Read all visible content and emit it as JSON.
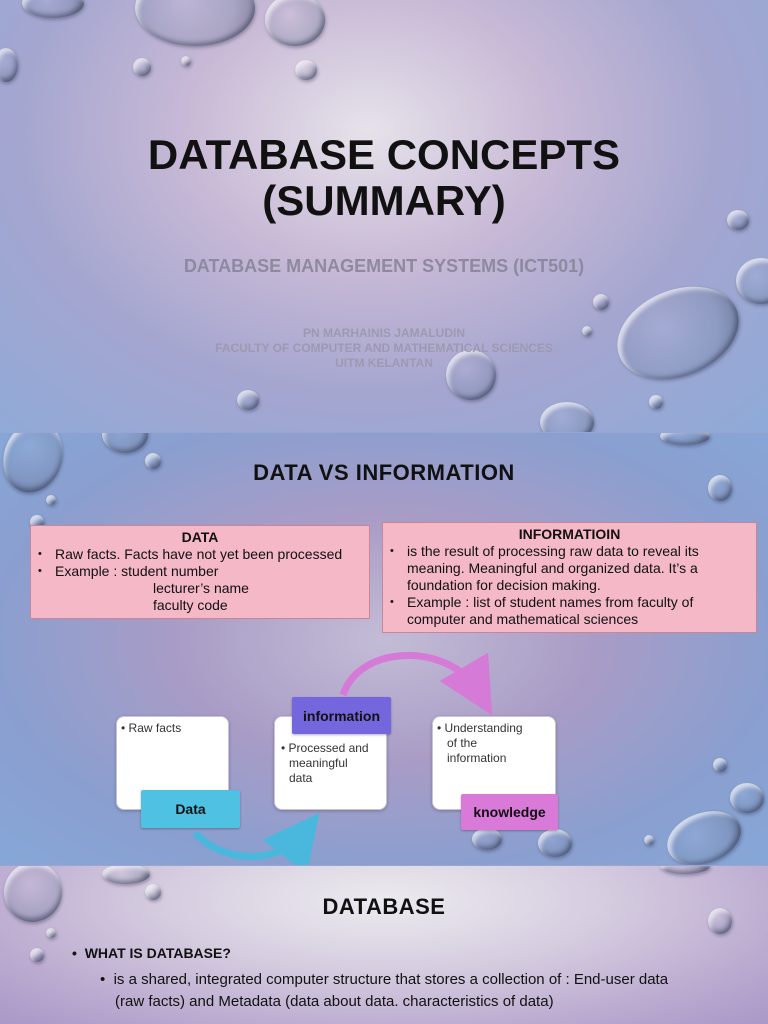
{
  "slide1": {
    "title_line1": "DATABASE CONCEPTS",
    "title_line2": "(SUMMARY)",
    "subtitle": "DATABASE MANAGEMENT SYSTEMS (ICT501)",
    "author": "PN MARHAINIS JAMALUDIN",
    "faculty": "FACULTY OF COMPUTER AND MATHEMATICAL SCIENCES",
    "campus": "UITM KELANTAN"
  },
  "slide2": {
    "heading": "DATA VS INFORMATION",
    "data_box": {
      "title": "DATA",
      "bullet1": "Raw facts.  Facts have not yet been processed",
      "bullet2": "Example :  student number",
      "cont1": "lecturer’s name",
      "cont2": "faculty code"
    },
    "info_box": {
      "title": "INFORMATIOIN",
      "bullet1_line1": "is the result of processing raw data to reveal its",
      "bullet1_line2": "meaning.  Meaningful and organized data.  It’s a",
      "bullet1_line3": "foundation for decision making.",
      "bullet2_line1": "Example :  list of student names from faculty of",
      "bullet2_line2": "computer and mathematical sciences"
    },
    "cycle": {
      "data_text": "Raw facts",
      "data_label": "Data",
      "info_text_1": "Processed and",
      "info_text_2": "meaningful",
      "info_text_3": "data",
      "info_label": "information",
      "knowledge_text_1": "Understanding",
      "knowledge_text_2": "of the",
      "knowledge_text_3": "information",
      "knowledge_label": "knowledge"
    },
    "colors": {
      "data_label": "#4fc1e3",
      "info_label": "#7466dd",
      "knowledge_label": "#d97ad9",
      "pink_box": "#f4b8c6"
    }
  },
  "slide3": {
    "heading": "DATABASE",
    "q": "WHAT IS DATABASE?",
    "answer_line1": "is a shared, integrated computer structure that stores a collection of : End-user data",
    "answer_line2": "(raw facts)  and Metadata (data about data. characteristics of data)"
  }
}
